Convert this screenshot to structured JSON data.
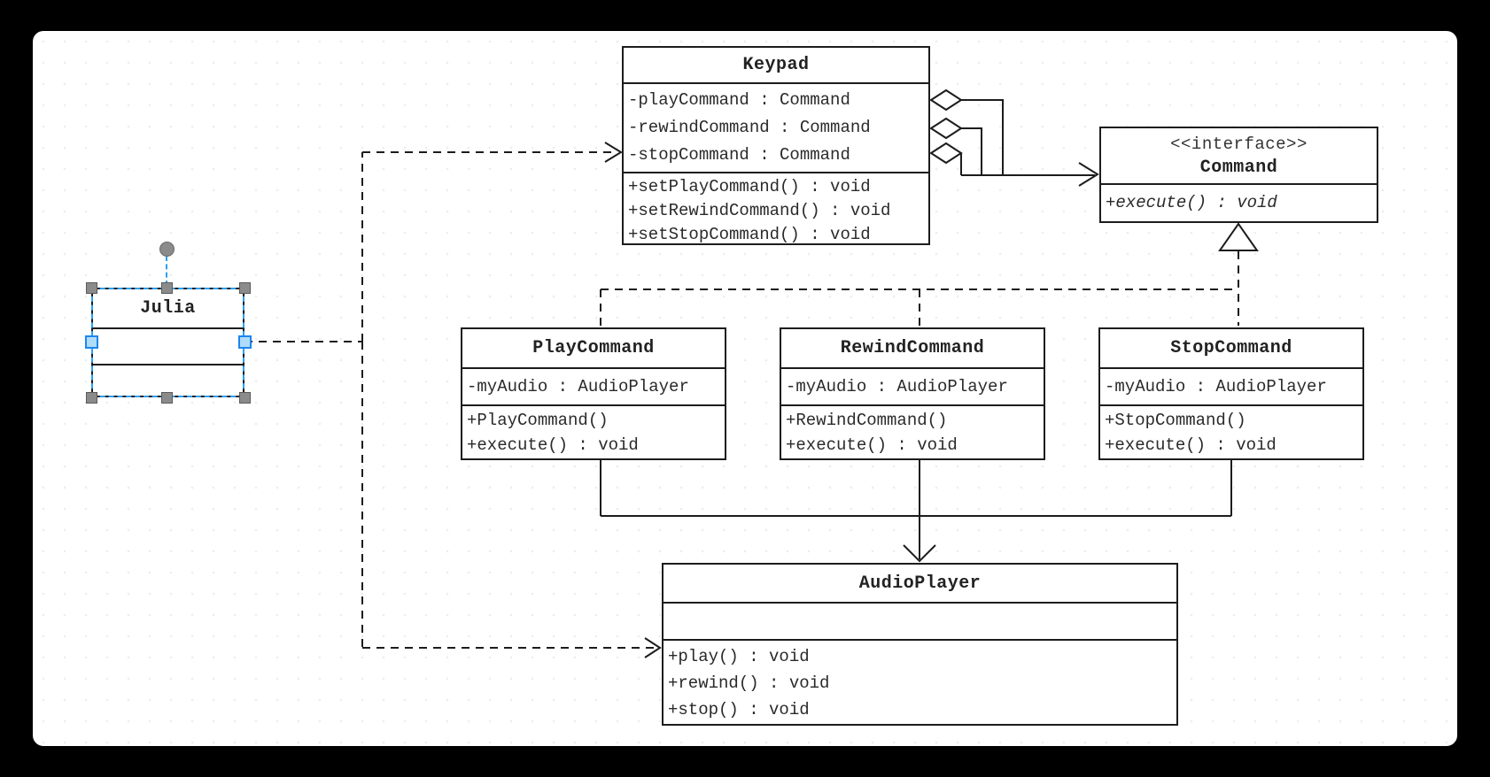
{
  "app": {
    "background_color": "#000000",
    "canvas_color": "#ffffff",
    "line_color": "#1c1c1c",
    "selection_color": "#2aa0f2",
    "handle_gray": "#8b8b8b",
    "handle_blue_fill": "#b0dcf9",
    "handle_blue_border": "#1c86ee"
  },
  "classes": {
    "julia": {
      "name": "Julia",
      "selected": true,
      "attributes": [],
      "methods": []
    },
    "keypad": {
      "name": "Keypad",
      "attributes": [
        "-playCommand : Command",
        "-rewindCommand : Command",
        "-stopCommand : Command"
      ],
      "methods": [
        "+setPlayCommand() : void",
        "+setRewindCommand() : void",
        "+setStopCommand() : void"
      ]
    },
    "command": {
      "stereotype": "<<interface>>",
      "name": "Command",
      "methods": [
        "+execute() : void"
      ]
    },
    "play_command": {
      "name": "PlayCommand",
      "attributes": [
        "-myAudio : AudioPlayer"
      ],
      "methods": [
        "+PlayCommand()",
        "+execute() : void"
      ]
    },
    "rewind_command": {
      "name": "RewindCommand",
      "attributes": [
        "-myAudio : AudioPlayer"
      ],
      "methods": [
        "+RewindCommand()",
        "+execute() : void"
      ]
    },
    "stop_command": {
      "name": "StopCommand",
      "attributes": [
        "-myAudio : AudioPlayer"
      ],
      "methods": [
        "+StopCommand()",
        "+execute() : void"
      ]
    },
    "audio_player": {
      "name": "AudioPlayer",
      "attributes": [],
      "methods": [
        "+play() : void",
        "+rewind() : void",
        "+stop() : void"
      ]
    }
  },
  "relationships": [
    {
      "type": "dependency-dashed-arrow",
      "from": "Julia",
      "to": "Keypad"
    },
    {
      "type": "dependency-dashed-arrow",
      "from": "Julia",
      "to": "AudioPlayer"
    },
    {
      "type": "aggregation-open-diamonds-arrow",
      "from": "Keypad",
      "to": "Command",
      "count": 3
    },
    {
      "type": "realization-hollow-triangle-dashed",
      "from": "PlayCommand, RewindCommand, StopCommand",
      "to": "Command"
    },
    {
      "type": "association-open-arrow",
      "from": "PlayCommand, RewindCommand, StopCommand",
      "to": "AudioPlayer"
    }
  ]
}
